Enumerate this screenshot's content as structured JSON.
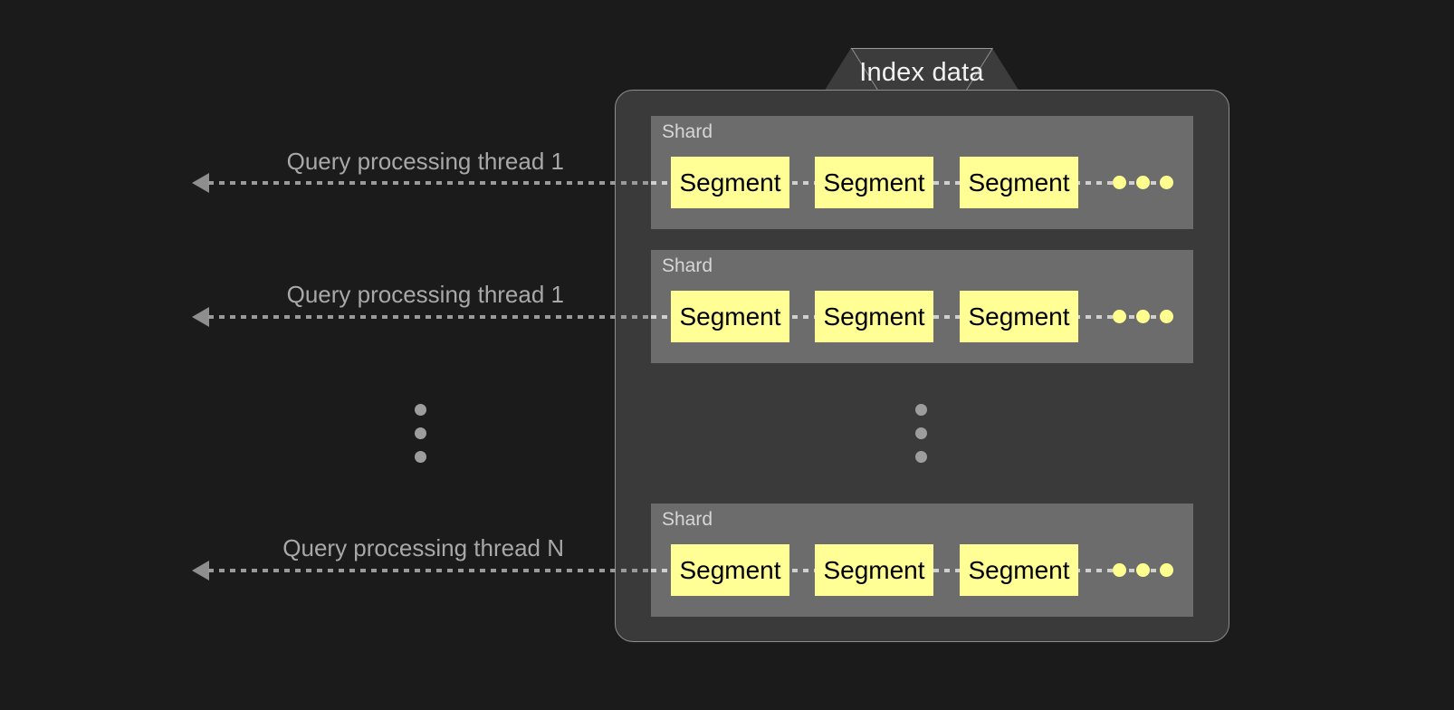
{
  "diagram": {
    "title": "Index data",
    "background_color": "#1b1b1b",
    "panel_color": "#3a3a3a",
    "shard_color": "#6c6c6c",
    "segment_color": "#ffff96",
    "accent_dot_color": "#ffff8f",
    "line_color": "#9a9a9a",
    "label_color": "#a8a8a8"
  },
  "threads": [
    {
      "label": "Query processing thread 1"
    },
    {
      "label": "Query processing thread 1"
    },
    {
      "label": "Query processing thread N"
    }
  ],
  "shards": [
    {
      "label": "Shard",
      "segments": [
        {
          "label": "Segment"
        },
        {
          "label": "Segment"
        },
        {
          "label": "Segment"
        }
      ],
      "more_indicator": "•••"
    },
    {
      "label": "Shard",
      "segments": [
        {
          "label": "Segment"
        },
        {
          "label": "Segment"
        },
        {
          "label": "Segment"
        }
      ],
      "more_indicator": "•••"
    },
    {
      "label": "Shard",
      "segments": [
        {
          "label": "Segment"
        },
        {
          "label": "Segment"
        },
        {
          "label": "Segment"
        }
      ],
      "more_indicator": "•••"
    }
  ],
  "ellipsis": {
    "left_vertical": "⋮",
    "panel_vertical": "⋮"
  }
}
